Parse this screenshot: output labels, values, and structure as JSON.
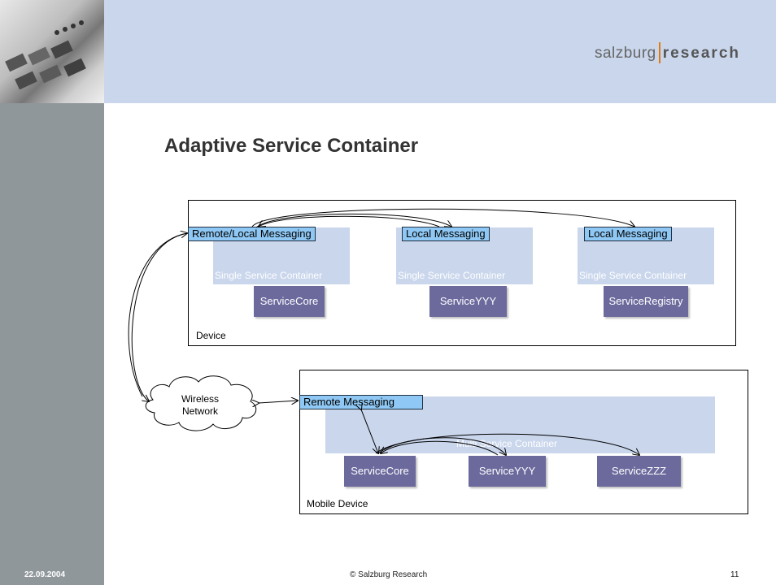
{
  "logo": {
    "part1": "salzburg",
    "part2": "research"
  },
  "slide_title": "Adaptive Service Container",
  "device": {
    "label": "Device",
    "containers": [
      {
        "messaging": "Remote/Local Messaging",
        "container": "Single Service Container",
        "service": "ServiceCore"
      },
      {
        "messaging": "Local Messaging",
        "container": "Single Service Container",
        "service": "ServiceYYY"
      },
      {
        "messaging": "Local Messaging",
        "container": "Single Service Container",
        "service": "ServiceRegistry"
      }
    ]
  },
  "network": {
    "label_line1": "Wireless",
    "label_line2": "Network"
  },
  "mobile": {
    "label": "Mobile Device",
    "messaging": "Remote Messaging",
    "container": "Multi Service Container",
    "services": [
      "ServiceCore",
      "ServiceYYY",
      "ServiceZZZ"
    ]
  },
  "footer": {
    "date": "22.09.2004",
    "copyright": "© Salzburg Research",
    "page": "11"
  }
}
